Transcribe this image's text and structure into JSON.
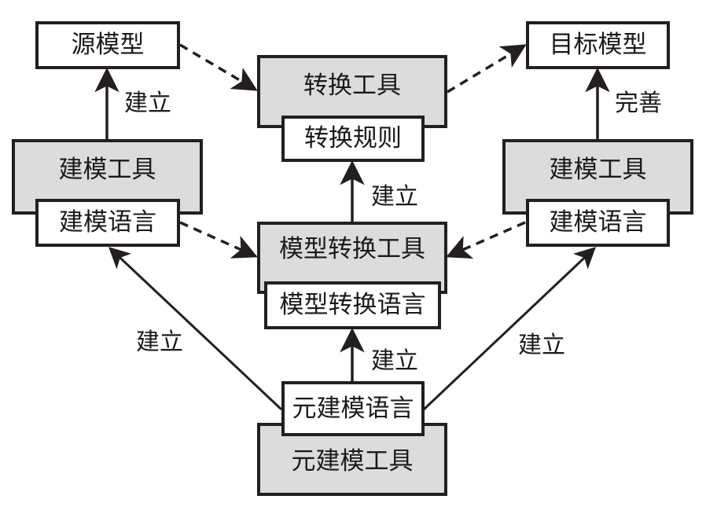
{
  "nodes": {
    "source_model": "源模型",
    "left_modeling_tool": "建模工具",
    "left_modeling_language": "建模语言",
    "transform_tool": "转换工具",
    "transform_rules": "转换规则",
    "target_model": "目标模型",
    "right_modeling_tool": "建模工具",
    "right_modeling_language": "建模语言",
    "model_transform_tool": "模型转换工具",
    "model_transform_language": "模型转换语言",
    "meta_modeling_language": "元建模语言",
    "meta_modeling_tool": "元建模工具"
  },
  "edge_labels": {
    "left_build": "建立",
    "rules_build": "建立",
    "right_refine": "完善",
    "meta_left_build": "建立",
    "meta_center_build": "建立",
    "meta_right_build": "建立"
  },
  "colors": {
    "tool_fill": "#dcdcdc",
    "language_fill": "#ffffff",
    "stroke": "#231f20"
  }
}
